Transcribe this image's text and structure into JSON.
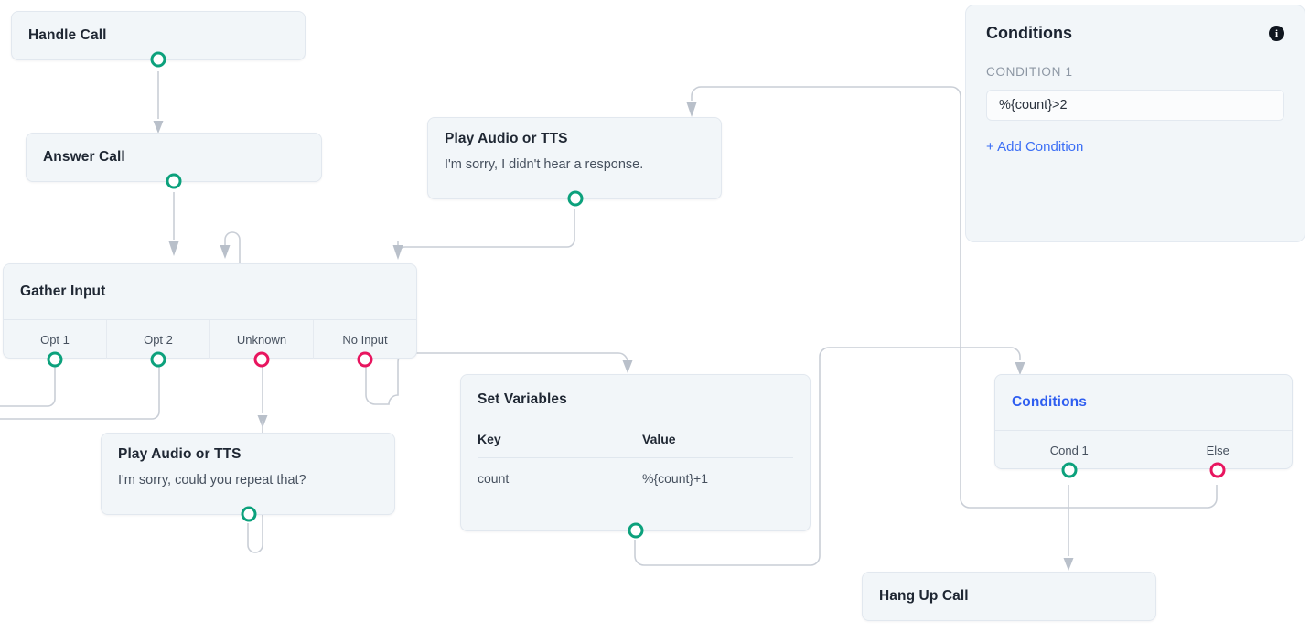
{
  "diagram": {
    "nodes": {
      "handle_call": {
        "title": "Handle Call"
      },
      "answer_call": {
        "title": "Answer Call"
      },
      "gather_input": {
        "title": "Gather Input",
        "ports": [
          {
            "label": "Opt 1",
            "type": "teal"
          },
          {
            "label": "Opt 2",
            "type": "teal"
          },
          {
            "label": "Unknown",
            "type": "pink"
          },
          {
            "label": "No Input",
            "type": "pink"
          }
        ]
      },
      "play_audio_no_response": {
        "title": "Play Audio or TTS",
        "text": "I'm sorry, I didn't hear a response."
      },
      "play_audio_repeat": {
        "title": "Play Audio or TTS",
        "text": "I'm sorry, could you repeat that?"
      },
      "set_variables": {
        "title": "Set Variables",
        "columns": [
          "Key",
          "Value"
        ],
        "rows": [
          {
            "key": "count",
            "value": "%{count}+1"
          }
        ]
      },
      "conditions_node": {
        "title": "Conditions",
        "ports": [
          {
            "label": "Cond 1",
            "type": "teal"
          },
          {
            "label": "Else",
            "type": "pink"
          }
        ]
      },
      "hang_up_call": {
        "title": "Hang Up Call"
      }
    }
  },
  "conditions_panel": {
    "title": "Conditions",
    "info_icon": "info-icon",
    "condition_label": "CONDITION 1",
    "condition_value": "%{count}>2",
    "add_condition_label": "+ Add Condition"
  },
  "colors": {
    "node_bg": "#f2f6f9",
    "port_success": "#0ca17c",
    "port_error": "#e8155f",
    "link_blue": "#3b6ef5",
    "edge": "#c9ced6"
  }
}
